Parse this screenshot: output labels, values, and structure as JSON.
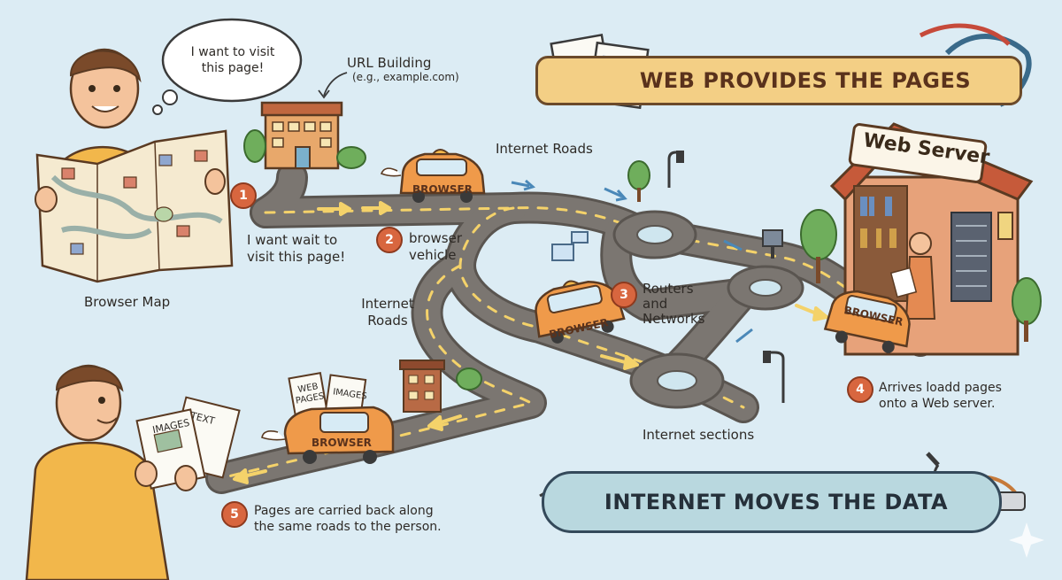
{
  "labels": {
    "thought": "I want to visit\nthis page!",
    "url_title": "URL Building",
    "url_example": "(e.g., example.com)",
    "browser_map": "Browser Map",
    "internet_roads_top": "Internet Roads",
    "internet_roads_left": "Internet\nRoads",
    "internet_sections": "Internet sections",
    "web_server": "Web Server"
  },
  "steps": [
    {
      "number": "1",
      "text": "I want wait to\nvisit this page!"
    },
    {
      "number": "2",
      "text": "browser\nvehicle"
    },
    {
      "number": "3",
      "text": "Routers\nand\nNetworks"
    },
    {
      "number": "4",
      "text": "Arrives loadd pages\nonto a Web server."
    },
    {
      "number": "5",
      "text": "Pages are carried back along\nthe same roads to the person."
    }
  ],
  "banners": {
    "web": "WEB PROVIDES THE PAGES",
    "internet": "INTERNET MOVES THE DATA"
  },
  "vehicles": [
    "BROWSER",
    "BROWSER",
    "BROWSER",
    "BROWSER"
  ],
  "cargo": [
    "WEB\nPAGES",
    "IMAGES",
    "TEXT",
    "IMAGES"
  ],
  "colors": {
    "background": "#dcecf4",
    "road": "#7b7671",
    "road_line": "#f4d26a",
    "car_body": "#ef9a4a",
    "badge": "#d8663f",
    "banner_web": "#f3cf85",
    "banner_internet": "#b9d8df"
  }
}
